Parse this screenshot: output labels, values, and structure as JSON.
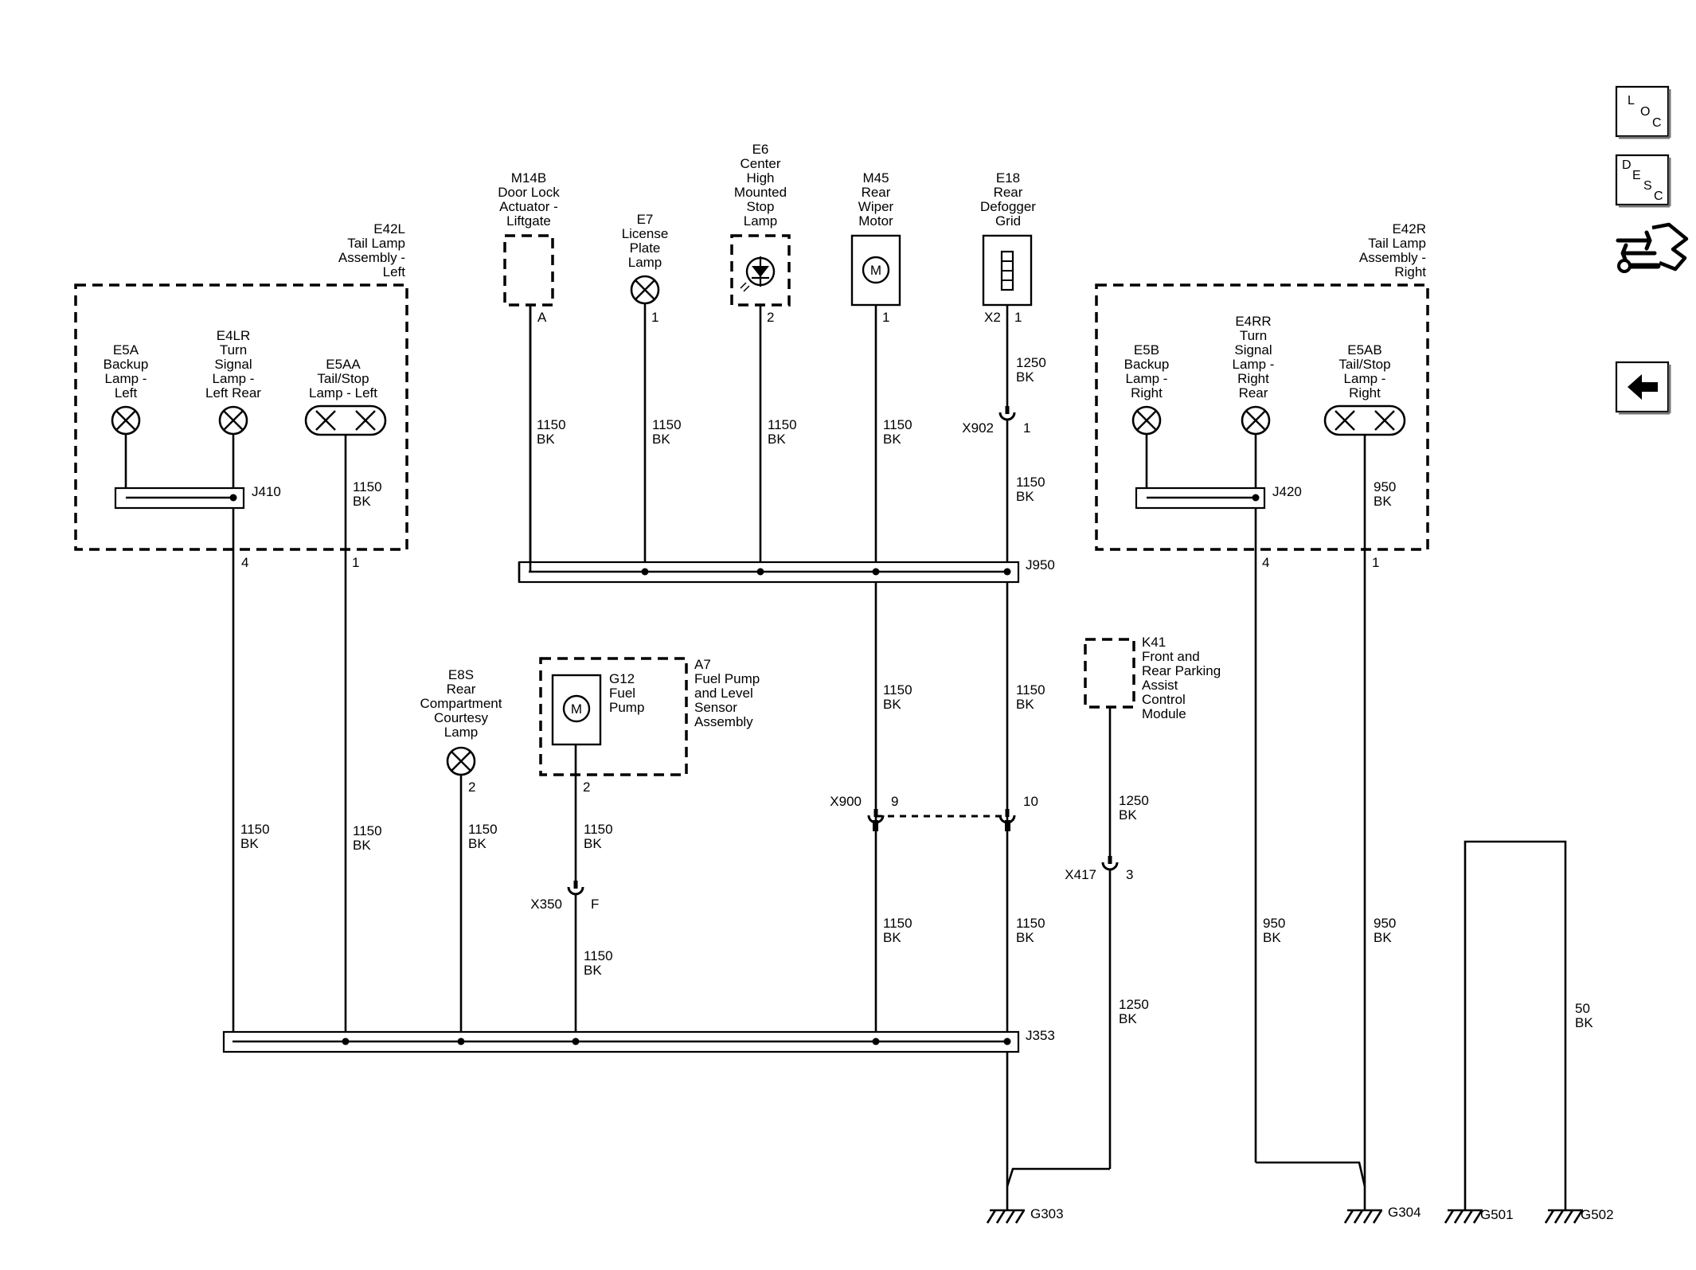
{
  "components": {
    "e42l": {
      "ref": "E42L",
      "lines": [
        "Tail Lamp",
        "Assembly -",
        "Left"
      ]
    },
    "e42r": {
      "ref": "E42R",
      "lines": [
        "Tail Lamp",
        "Assembly -",
        "Right"
      ]
    },
    "e5a": {
      "ref": "E5A",
      "lines": [
        "Backup",
        "Lamp -",
        "Left"
      ]
    },
    "e4lr": {
      "ref": "E4LR",
      "lines": [
        "Turn",
        "Signal",
        "Lamp -",
        "Left Rear"
      ]
    },
    "e5aa": {
      "ref": "E5AA",
      "lines": [
        "Tail/Stop",
        "Lamp - Left"
      ]
    },
    "e5b": {
      "ref": "E5B",
      "lines": [
        "Backup",
        "Lamp -",
        "Right"
      ]
    },
    "e4rr": {
      "ref": "E4RR",
      "lines": [
        "Turn",
        "Signal",
        "Lamp -",
        "Right",
        "Rear"
      ]
    },
    "e5ab": {
      "ref": "E5AB",
      "lines": [
        "Tail/Stop",
        "Lamp -",
        "Right"
      ]
    },
    "m14b": {
      "ref": "M14B",
      "lines": [
        "Door Lock",
        "Actuator -",
        "Liftgate"
      ]
    },
    "e7": {
      "ref": "E7",
      "lines": [
        "License",
        "Plate",
        "Lamp"
      ]
    },
    "e6": {
      "ref": "E6",
      "lines": [
        "Center",
        "High",
        "Mounted",
        "Stop",
        "Lamp"
      ]
    },
    "m45": {
      "ref": "M45",
      "lines": [
        "Rear",
        "Wiper",
        "Motor"
      ]
    },
    "e18": {
      "ref": "E18",
      "lines": [
        "Rear",
        "Defogger",
        "Grid"
      ]
    },
    "e8s": {
      "ref": "E8S",
      "lines": [
        "Rear",
        "Compartment",
        "Courtesy",
        "Lamp"
      ]
    },
    "g12": {
      "ref": "G12",
      "lines": [
        "Fuel",
        "Pump"
      ]
    },
    "a7": {
      "ref": "A7",
      "lines": [
        "Fuel Pump",
        "and Level",
        "Sensor",
        "Assembly"
      ]
    },
    "k41": {
      "ref": "K41",
      "lines": [
        "Front and",
        "Rear Parking",
        "Assist",
        "Control",
        "Module"
      ]
    }
  },
  "symbols": {
    "motor": "M"
  },
  "pins": {
    "m14b": "A",
    "e7": "1",
    "e6": "2",
    "m45": "1",
    "e18_conn": "X2",
    "e18": "1",
    "e42l_4": "4",
    "e42l_1": "1",
    "e42r_4": "4",
    "e42r_1": "1",
    "e8s": "2",
    "a7": "2",
    "x902": "1",
    "x900_9": "9",
    "x900_10": "10",
    "x350": "F",
    "x417": "3"
  },
  "connectors": {
    "x902": "X902",
    "x900": "X900",
    "x350": "X350",
    "x417": "X417"
  },
  "splices": {
    "j410": "J410",
    "j420": "J420",
    "j950": "J950",
    "j353": "J353"
  },
  "grounds": {
    "g303": "G303",
    "g304": "G304",
    "g501": "G501",
    "g502": "G502"
  },
  "wires": {
    "m14b": [
      "1150",
      "BK"
    ],
    "e7": [
      "1150",
      "BK"
    ],
    "e6": [
      "1150",
      "BK"
    ],
    "m45_top": [
      "1150",
      "BK"
    ],
    "e18_top": [
      "1250",
      "BK"
    ],
    "e18_mid": [
      "1150",
      "BK"
    ],
    "e5aa": [
      "1150",
      "BK"
    ],
    "e5ab": [
      "950",
      "BK"
    ],
    "m45_mid": [
      "1150",
      "BK"
    ],
    "j950_mid": [
      "1150",
      "BK"
    ],
    "left_4": [
      "1150",
      "BK"
    ],
    "left_1": [
      "1150",
      "BK"
    ],
    "e8s": [
      "1150",
      "BK"
    ],
    "a7_top": [
      "1150",
      "BK"
    ],
    "a7_bot": [
      "1150",
      "BK"
    ],
    "m45_bot": [
      "1150",
      "BK"
    ],
    "j950_bot": [
      "1150",
      "BK"
    ],
    "k41_top": [
      "1250",
      "BK"
    ],
    "k41_bot": [
      "1250",
      "BK"
    ],
    "right_4": [
      "950",
      "BK"
    ],
    "right_1": [
      "950",
      "BK"
    ],
    "g50": [
      "50",
      "BK"
    ]
  },
  "nav": {
    "loc": [
      "L",
      "O",
      "C"
    ],
    "desc": [
      "D",
      "E",
      "S",
      "C"
    ]
  }
}
